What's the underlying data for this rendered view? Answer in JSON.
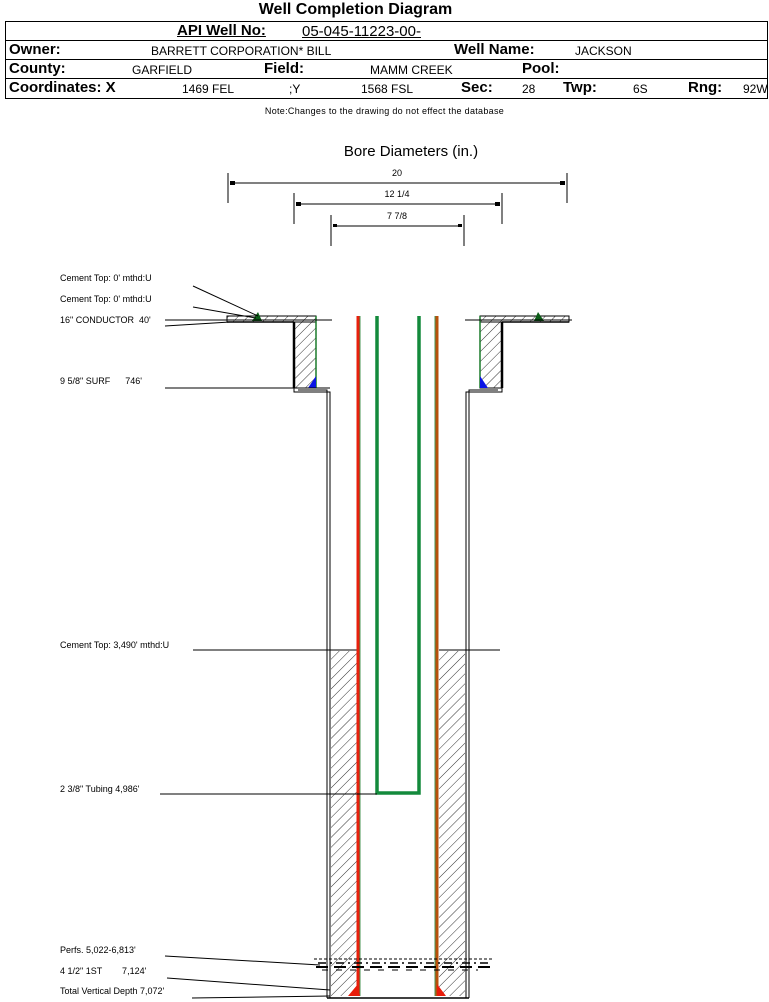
{
  "header": {
    "title": "Well Completion Diagram",
    "api_label": "API Well No:",
    "api_value": "05-045-11223-00-",
    "owner_label": "Owner:",
    "owner_value": "BARRETT CORPORATION* BILL",
    "well_name_label": "Well Name:",
    "well_name_value": "JACKSON",
    "county_label": "County:",
    "county_value": "GARFIELD",
    "field_label": "Field:",
    "field_value": "MAMM CREEK",
    "pool_label": "Pool:",
    "pool_value": "",
    "coord_x_label": "Coordinates: X",
    "coord_x_value": "1469 FEL",
    "coord_y_label": ";Y",
    "coord_y_value": "1568 FSL",
    "sec_label": "Sec:",
    "sec_value": "28",
    "twp_label": "Twp:",
    "twp_value": "6S",
    "rng_label": "Rng:",
    "rng_value": "92W"
  },
  "note": "Note:Changes to the drawing do not effect the database",
  "bore_diameters": {
    "title": "Bore Diameters (in.)",
    "values": [
      "20",
      "12 1/4",
      "7 7/8"
    ]
  },
  "annotations": [
    "Cement Top: 0' mthd:U",
    "Cement Top: 0' mthd:U",
    "16\" CONDUCTOR  40'",
    "9 5/8\" SURF      746'",
    "Cement Top: 3,490' mthd:U",
    "2 3/8\" Tubing 4,986'",
    "Perfs. 5,022-6,813'",
    "4 1/2\" 1ST        7,124'",
    "Total Vertical Depth 7,072'"
  ],
  "colors": {
    "production_casing": "#e8200c",
    "production_casing_alt": "#b8500a",
    "tubing": "#138a3c",
    "surface_casing": "#1a7a2a",
    "cement_shoe_blue": "#0a14e6",
    "cement_top_marker": "#0b5c16",
    "shoe_red": "#e81c0a"
  }
}
